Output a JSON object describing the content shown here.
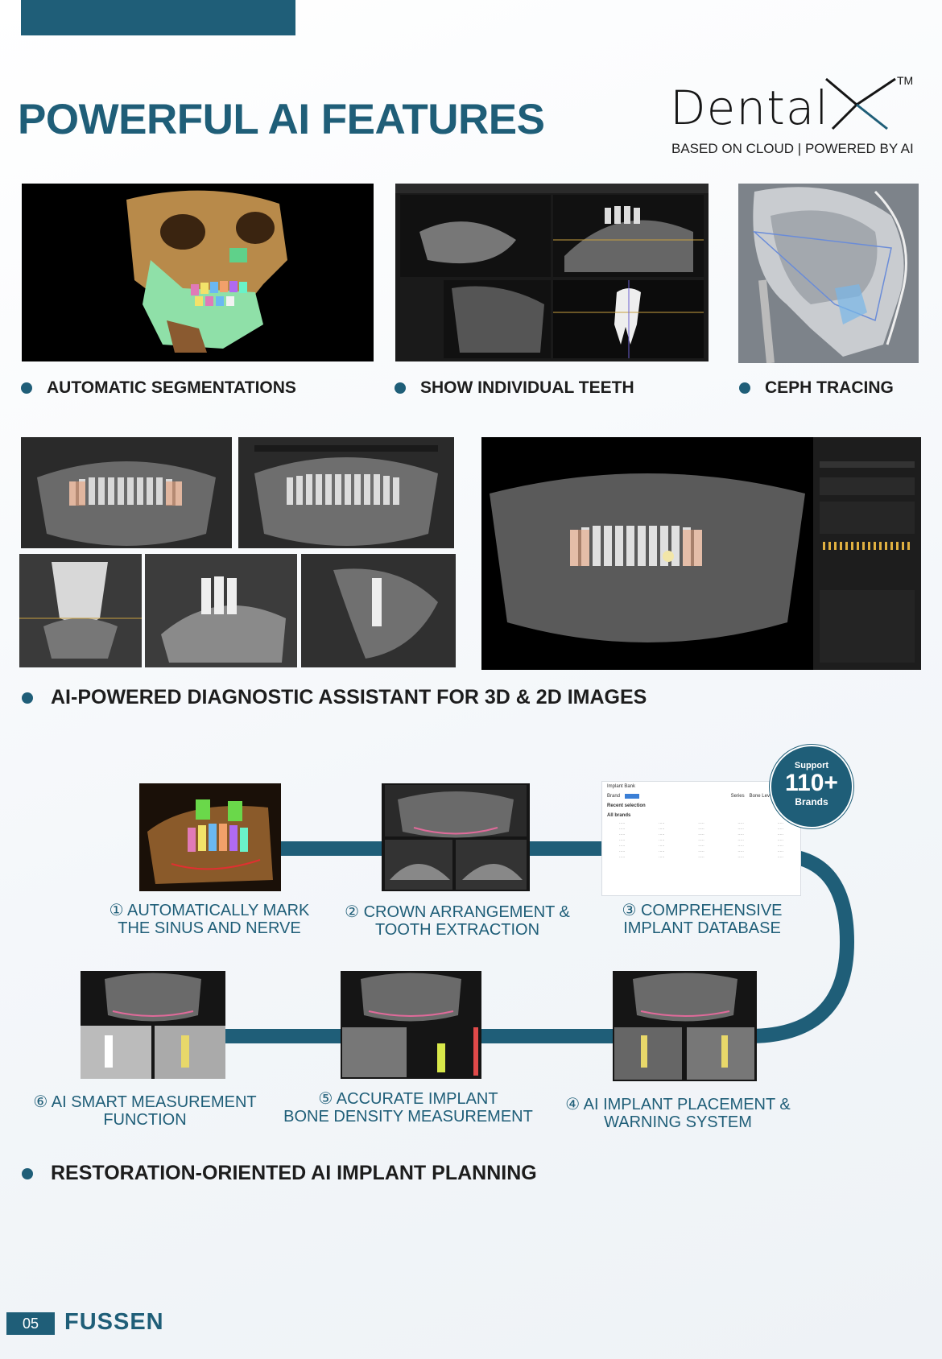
{
  "header": {
    "title": "POWERFUL AI FEATURES",
    "logo_word": "Dental",
    "logo_tm": "TM",
    "logo_tagline": "BASED ON CLOUD | POWERED BY AI"
  },
  "features": [
    {
      "label": "AUTOMATIC SEGMENTATIONS"
    },
    {
      "label": "SHOW INDIVIDUAL TEETH"
    },
    {
      "label": "CEPH TRACING"
    }
  ],
  "diagnostic": {
    "label": "AI-POWERED DIAGNOSTIC ASSISTANT FOR 3D & 2D IMAGES"
  },
  "badge": {
    "top": "Support",
    "count": "110+",
    "unit": "Brands"
  },
  "steps": [
    {
      "line1": "① AUTOMATICALLY MARK",
      "line2": "THE SINUS AND NERVE"
    },
    {
      "line1": "② CROWN ARRANGEMENT &",
      "line2": "TOOTH EXTRACTION"
    },
    {
      "line1": "③ COMPREHENSIVE",
      "line2": "IMPLANT DATABASE"
    },
    {
      "line1": "④ AI IMPLANT PLACEMENT &",
      "line2": "WARNING SYSTEM"
    },
    {
      "line1": "⑤ ACCURATE IMPLANT",
      "line2": "BONE DENSITY MEASUREMENT"
    },
    {
      "line1": "⑥ AI SMART MEASUREMENT",
      "line2": "FUNCTION"
    }
  ],
  "planning": {
    "label": "RESTORATION-ORIENTED AI IMPLANT PLANNING"
  },
  "implant_db": {
    "title": "Implant Bank",
    "brand_label": "Brand",
    "series_label": "Series",
    "series_value": "Bone Level & Roxolid",
    "recent": "Recent selection",
    "all": "All brands"
  },
  "footer": {
    "page": "05",
    "brand": "FUSSEN"
  },
  "colors": {
    "accent": "#1f5e78"
  }
}
